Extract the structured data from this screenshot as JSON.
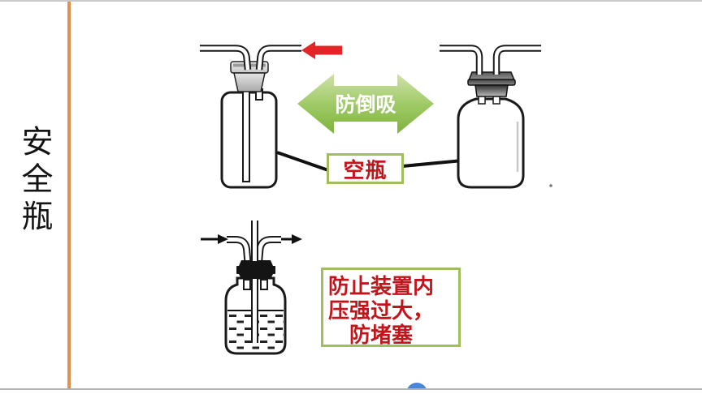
{
  "slide": {
    "title": "安全瓶",
    "top_diagram": {
      "arrow_label": "防倒吸",
      "bottle_label": "空瓶"
    },
    "bottom_diagram": {
      "note_lines": [
        "防止装置内",
        "压强过大，",
        "防堵塞"
      ]
    },
    "colors": {
      "accent_orange": "#e0914c",
      "green_arrow_light": "#cfe2a8",
      "green_arrow_dark": "#7fb23e",
      "box_border_green": "#a2bd5e",
      "text_red": "#c2151b",
      "flow_arrow_red": "#e42528",
      "blue_dot": "#4a86d8"
    }
  }
}
